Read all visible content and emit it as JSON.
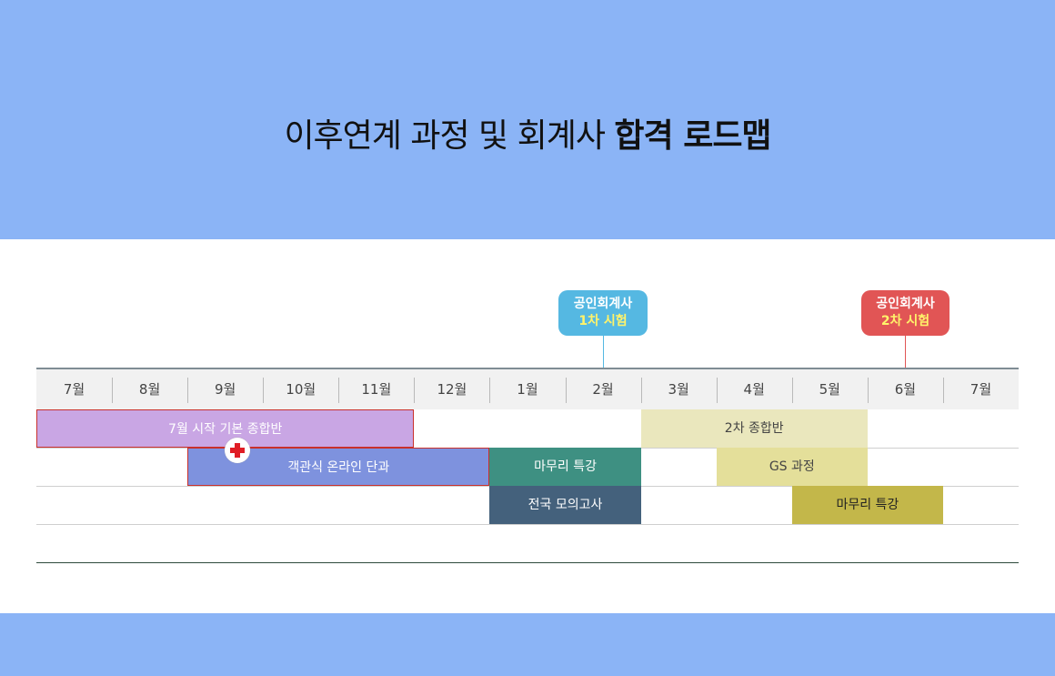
{
  "title": {
    "normal": "이후연계 과정 및 회계사",
    "bold": "합격 로드맵"
  },
  "callouts": [
    {
      "line1": "공인회계사",
      "line2": "1차 시험",
      "color": "#55b8e2"
    },
    {
      "line1": "공인회계사",
      "line2": "2차 시험",
      "color": "#e15555"
    }
  ],
  "months": [
    "7월",
    "8월",
    "9월",
    "10월",
    "11월",
    "12월",
    "1월",
    "2월",
    "3월",
    "4월",
    "5월",
    "6월",
    "7월"
  ],
  "bars": [
    {
      "label": "7월 시작 기본 종합반",
      "row": 0,
      "start": 0,
      "end": 5,
      "fill": "#c9a6e4",
      "text": "#ffffff",
      "border": "#c9302c"
    },
    {
      "label": "2차 종합반",
      "row": 0,
      "start": 8,
      "end": 11,
      "fill": "#eae7bd",
      "text": "#444444",
      "border": ""
    },
    {
      "label": "객관식 온라인 단과",
      "row": 1,
      "start": 2,
      "end": 6,
      "fill": "#7e92de",
      "text": "#ffffff",
      "border": "#c9302c"
    },
    {
      "label": "마무리 특강",
      "row": 1,
      "start": 6,
      "end": 8,
      "fill": "#3e9082",
      "text": "#ffffff",
      "border": ""
    },
    {
      "label": "GS 과정",
      "row": 1,
      "start": 9,
      "end": 11,
      "fill": "#e4df9a",
      "text": "#444444",
      "border": ""
    },
    {
      "label": "전국 모의고사",
      "row": 2,
      "start": 6,
      "end": 8,
      "fill": "#44617c",
      "text": "#ffffff",
      "border": ""
    },
    {
      "label": "마무리 특강",
      "row": 2,
      "start": 10,
      "end": 12,
      "fill": "#c3b74a",
      "text": "#222222",
      "border": ""
    }
  ],
  "icons": {
    "plus": "red-cross-plus-icon"
  }
}
